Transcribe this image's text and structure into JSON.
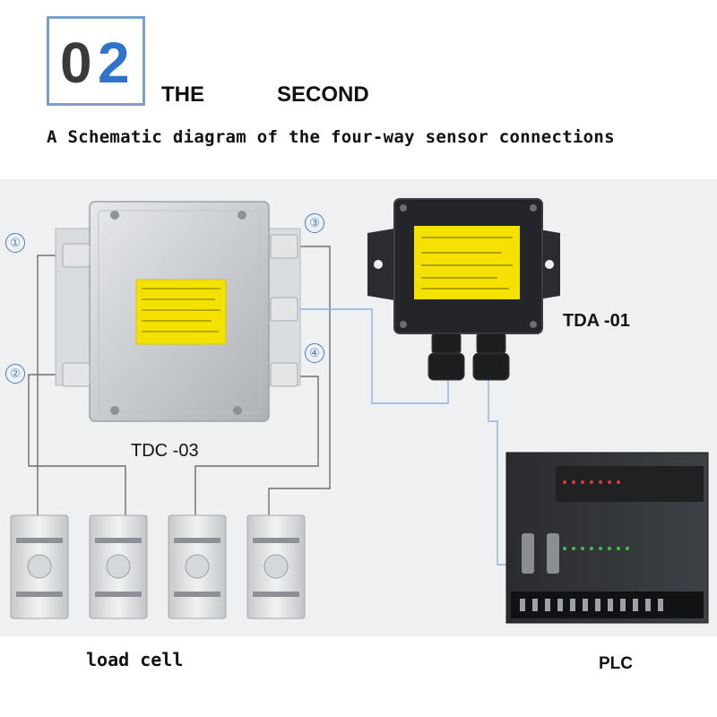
{
  "header": {
    "number_first": "0",
    "number_second": "2",
    "title_left": "THE",
    "title_right": "SECOND",
    "subtitle": "A Schematic diagram of the four-way sensor connections"
  },
  "ports": [
    "①",
    "②",
    "③",
    "④"
  ],
  "labels": {
    "junction_box": "TDC -03",
    "transmitter": "TDA -01",
    "load_cell": "load cell",
    "plc": "PLC"
  },
  "colors": {
    "accent_blue": "#2f74cc",
    "box_border": "#7aa0c8",
    "wire_gray": "#6e6e6e",
    "wire_blue": "#8fb3d8",
    "label_yellow": "#f4e100"
  }
}
